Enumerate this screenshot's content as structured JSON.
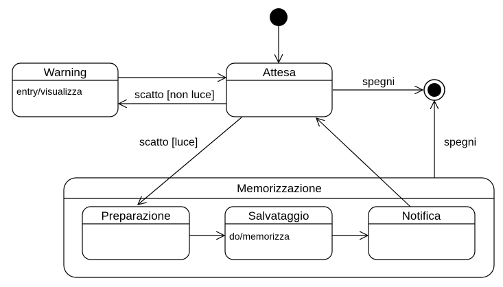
{
  "states": {
    "warning": {
      "name": "Warning",
      "action": "entry/visualizza"
    },
    "attesa": {
      "name": "Attesa"
    },
    "memorizzazione": {
      "name": "Memorizzazione"
    },
    "preparazione": {
      "name": "Preparazione"
    },
    "salvataggio": {
      "name": "Salvataggio",
      "action": "do/memorizza"
    },
    "notifica": {
      "name": "Notifica"
    }
  },
  "transitions": {
    "scatto_non_luce": "scatto [non luce]",
    "spegni_top": "spegni",
    "scatto_luce": "scatto [luce]",
    "spegni_right": "spegni"
  }
}
